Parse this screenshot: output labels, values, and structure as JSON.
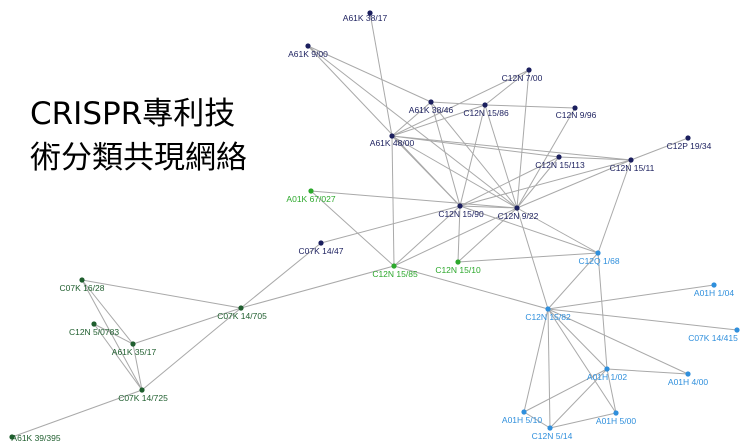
{
  "title": {
    "line1": "CRISPR專利技",
    "line2": "術分類共現網絡"
  },
  "colors": {
    "navy": "#1b1f5e",
    "green": "#2ca82c",
    "blue": "#2f8fdc",
    "darkgreen": "#1f5e2e",
    "edge": "#a9a9a9"
  },
  "nodes": [
    {
      "id": "A61K 38/17",
      "group": "navy"
    },
    {
      "id": "A61K 9/00",
      "group": "navy"
    },
    {
      "id": "C12N 7/00",
      "group": "navy"
    },
    {
      "id": "A61K 38/46",
      "group": "navy"
    },
    {
      "id": "C12N 15/86",
      "group": "navy"
    },
    {
      "id": "C12N 9/96",
      "group": "navy"
    },
    {
      "id": "A61K 48/00",
      "group": "navy"
    },
    {
      "id": "C12P 19/34",
      "group": "navy"
    },
    {
      "id": "C12N 15/113",
      "group": "navy"
    },
    {
      "id": "C12N 15/11",
      "group": "navy"
    },
    {
      "id": "C12N 15/90",
      "group": "navy"
    },
    {
      "id": "C12N 9/22",
      "group": "navy"
    },
    {
      "id": "C07K 14/47",
      "group": "navy"
    },
    {
      "id": "A01K 67/027",
      "group": "green"
    },
    {
      "id": "C12N 15/85",
      "group": "green"
    },
    {
      "id": "C12N 15/10",
      "group": "green"
    },
    {
      "id": "C12Q 1/68",
      "group": "blue"
    },
    {
      "id": "A01H 1/04",
      "group": "blue"
    },
    {
      "id": "C12N 15/82",
      "group": "blue"
    },
    {
      "id": "C07K 14/415",
      "group": "blue"
    },
    {
      "id": "A01H 1/02",
      "group": "blue"
    },
    {
      "id": "A01H 4/00",
      "group": "blue"
    },
    {
      "id": "A01H 5/10",
      "group": "blue"
    },
    {
      "id": "A01H 5/00",
      "group": "blue"
    },
    {
      "id": "C12N 5/14",
      "group": "blue"
    },
    {
      "id": "C07K 16/28",
      "group": "darkgreen"
    },
    {
      "id": "C07K 14/705",
      "group": "darkgreen"
    },
    {
      "id": "C12N 5/0783",
      "group": "darkgreen"
    },
    {
      "id": "A61K 35/17",
      "group": "darkgreen"
    },
    {
      "id": "C07K 14/725",
      "group": "darkgreen"
    },
    {
      "id": "A61K 39/395",
      "group": "darkgreen"
    }
  ],
  "edges": [
    [
      "A61K 38/17",
      "A61K 48/00"
    ],
    [
      "A61K 9/00",
      "A61K 38/46"
    ],
    [
      "A61K 9/00",
      "C12N 15/90"
    ],
    [
      "A61K 9/00",
      "C12N 9/22"
    ],
    [
      "C12N 7/00",
      "A61K 48/00"
    ],
    [
      "C12N 7/00",
      "C12N 15/86"
    ],
    [
      "C12N 7/00",
      "C12N 9/22"
    ],
    [
      "A61K 38/46",
      "A61K 48/00"
    ],
    [
      "A61K 38/46",
      "C12N 15/86"
    ],
    [
      "A61K 38/46",
      "C12N 15/90"
    ],
    [
      "A61K 38/46",
      "C12N 9/22"
    ],
    [
      "C12N 15/86",
      "C12N 9/96"
    ],
    [
      "C12N 15/86",
      "A61K 48/00"
    ],
    [
      "C12N 15/86",
      "C12N 15/90"
    ],
    [
      "C12N 15/86",
      "C12N 9/22"
    ],
    [
      "C12N 9/96",
      "C12N 9/22"
    ],
    [
      "A61K 48/00",
      "C12N 15/113"
    ],
    [
      "A61K 48/00",
      "C12N 15/11"
    ],
    [
      "A61K 48/00",
      "C12N 15/90"
    ],
    [
      "A61K 48/00",
      "C12N 9/22"
    ],
    [
      "A61K 48/00",
      "C12N 15/85"
    ],
    [
      "C12P 19/34",
      "C12N 15/11"
    ],
    [
      "C12N 15/113",
      "C12N 15/11"
    ],
    [
      "C12N 15/113",
      "C12N 15/90"
    ],
    [
      "C12N 15/113",
      "C12N 9/22"
    ],
    [
      "C12N 15/11",
      "C12N 15/90"
    ],
    [
      "C12N 15/11",
      "C12N 9/22"
    ],
    [
      "C12N 15/11",
      "C12Q 1/68"
    ],
    [
      "C12N 15/90",
      "C12N 9/22"
    ],
    [
      "C12N 15/90",
      "C07K 14/47"
    ],
    [
      "C12N 15/90",
      "C12N 15/85"
    ],
    [
      "C12N 15/90",
      "C12N 15/10"
    ],
    [
      "C12N 15/90",
      "C12Q 1/68"
    ],
    [
      "C12N 9/22",
      "C12N 15/85"
    ],
    [
      "C12N 9/22",
      "C12N 15/10"
    ],
    [
      "C12N 9/22",
      "C12Q 1/68"
    ],
    [
      "C12N 9/22",
      "C12N 15/82"
    ],
    [
      "A01K 67/027",
      "C12N 9/22"
    ],
    [
      "A01K 67/027",
      "C12N 15/85"
    ],
    [
      "C12N 15/85",
      "C12N 15/82"
    ],
    [
      "C12N 15/10",
      "C12Q 1/68"
    ],
    [
      "C12N 15/82",
      "C12Q 1/68"
    ],
    [
      "C12Q 1/68",
      "A01H 1/02"
    ],
    [
      "C12N 15/82",
      "A01H 1/04"
    ],
    [
      "C12N 15/82",
      "C07K 14/415"
    ],
    [
      "C12N 15/82",
      "A01H 1/02"
    ],
    [
      "C12N 15/82",
      "A01H 4/00"
    ],
    [
      "C12N 15/82",
      "A01H 5/10"
    ],
    [
      "C12N 15/82",
      "A01H 5/00"
    ],
    [
      "C12N 15/82",
      "C12N 5/14"
    ],
    [
      "A01H 1/02",
      "A01H 5/10"
    ],
    [
      "A01H 1/02",
      "A01H 5/00"
    ],
    [
      "A01H 1/02",
      "C12N 5/14"
    ],
    [
      "A01H 1/02",
      "A01H 4/00"
    ],
    [
      "A01H 5/10",
      "C12N 5/14"
    ],
    [
      "C12N 5/14",
      "A01H 5/00"
    ],
    [
      "C07K 14/705",
      "C07K 14/47"
    ],
    [
      "C07K 14/705",
      "C12N 15/85"
    ],
    [
      "C07K 14/705",
      "C07K 16/28"
    ],
    [
      "C07K 14/705",
      "A61K 35/17"
    ],
    [
      "C07K 14/705",
      "C07K 14/725"
    ],
    [
      "C07K 16/28",
      "A61K 35/17"
    ],
    [
      "C07K 16/28",
      "C07K 14/725"
    ],
    [
      "C12N 5/0783",
      "A61K 35/17"
    ],
    [
      "C12N 5/0783",
      "C07K 14/725"
    ],
    [
      "A61K 35/17",
      "C07K 14/725"
    ],
    [
      "C07K 14/725",
      "A61K 39/395"
    ]
  ]
}
